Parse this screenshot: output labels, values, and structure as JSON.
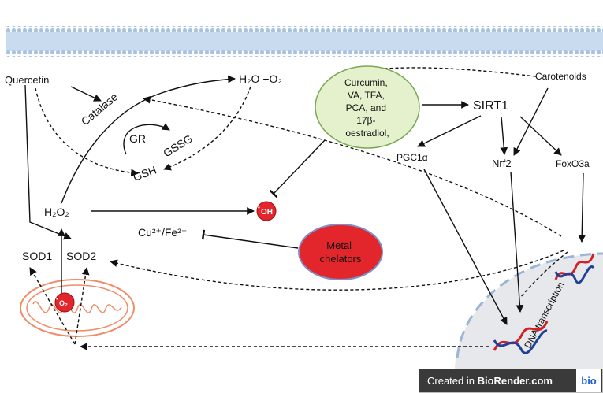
{
  "nodes": {
    "quercetin": "Quercetin",
    "catalase": "Catalase",
    "gr": "GR",
    "gssg": "GSSG",
    "gsh": "GSH",
    "h2o2": "H₂O₂",
    "water": "H₂O +O₂",
    "hydroxyl_sup": "•",
    "hydroxyl": "OH",
    "copper_iron": "Cu²⁺/Fe²⁺",
    "sod1": "SOD1",
    "sod2": "SOD2",
    "superoxide_sup": "•",
    "superoxide": "O₂",
    "curcumin": [
      "Curcumin,",
      "VA, TFA,",
      "PCA, and",
      "17β-",
      "oestradiol,"
    ],
    "sirt1": "SIRT1",
    "carotenoids": "Carotenoids",
    "pgc1a": "PGC1α",
    "nrf2": "Nrf2",
    "foxo3a": "FoxO3a",
    "metal_chelators": [
      "Metal",
      "chelators"
    ],
    "dna_transcription": "DNA transcription"
  },
  "colors": {
    "membrane": "#c3d5ea",
    "green_circle": "#e6f2cf",
    "red": "#e3262b",
    "nucleus": "#e5e7ea",
    "mitochondrion": "#f0956f"
  },
  "badge": {
    "text": "Created in ",
    "brand": "BioRender.com",
    "logo": "bio"
  }
}
